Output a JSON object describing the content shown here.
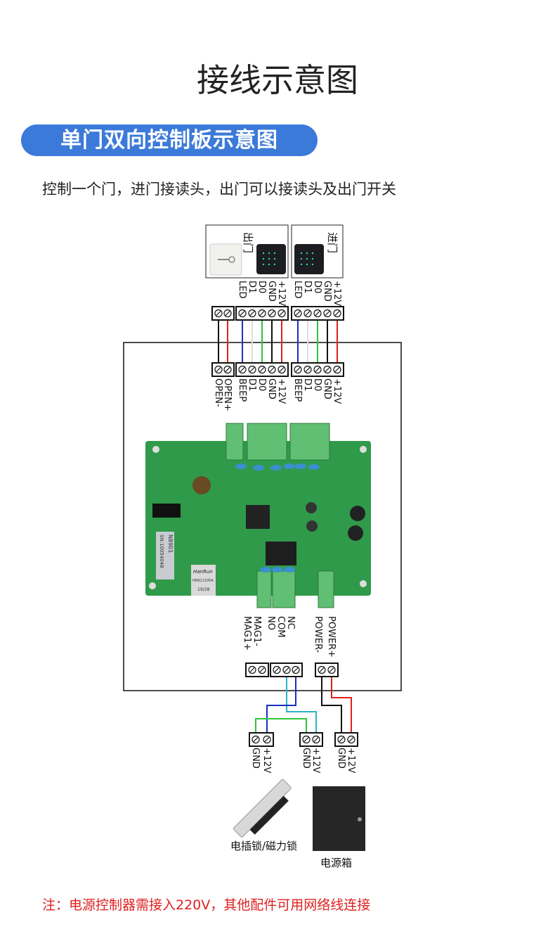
{
  "title": "接线示意图",
  "section_label": "单门双向控制板示意图",
  "description": "控制一个门，进门接读头，出门可以接读头及出门开关",
  "devices": {
    "exit_label": "出门",
    "entry_label": "进门"
  },
  "top_labels": {
    "reader": [
      "LED",
      "D1",
      "D0",
      "GND",
      "+12V"
    ]
  },
  "board_labels": {
    "exit_button": [
      "OPEN-",
      "OPEN+"
    ],
    "reader": [
      "BEEP",
      "D1",
      "D0",
      "GND",
      "+12V"
    ]
  },
  "pcb_text": {
    "model": "N8901",
    "serial": "SN:10054048",
    "jack_brand": "HanRun",
    "jack_model": "HR911105A",
    "jack_date": "19/28"
  },
  "lower_labels": {
    "lock": [
      "MAG1+",
      "MAG1-"
    ],
    "relay": [
      "NO",
      "COM",
      "NC"
    ],
    "power": [
      "POWER-",
      "POWER+"
    ]
  },
  "bottom_labels": [
    "GND",
    "+12V"
  ],
  "captions": {
    "lock": "电插锁/磁力锁",
    "power_box": "电源箱"
  },
  "note": "注：电源控制器需接入220V，其他配件可用网络线连接",
  "colors": {
    "accent": "#3b7ad9",
    "note": "#e02020",
    "wire_red": "#e0201c",
    "wire_black": "#111111",
    "wire_blue": "#1a2fc0",
    "wire_green": "#2fc43c",
    "wire_white": "#dddddd",
    "wire_cyan": "#2ab4c4",
    "pcb": "#2f9a4a"
  }
}
